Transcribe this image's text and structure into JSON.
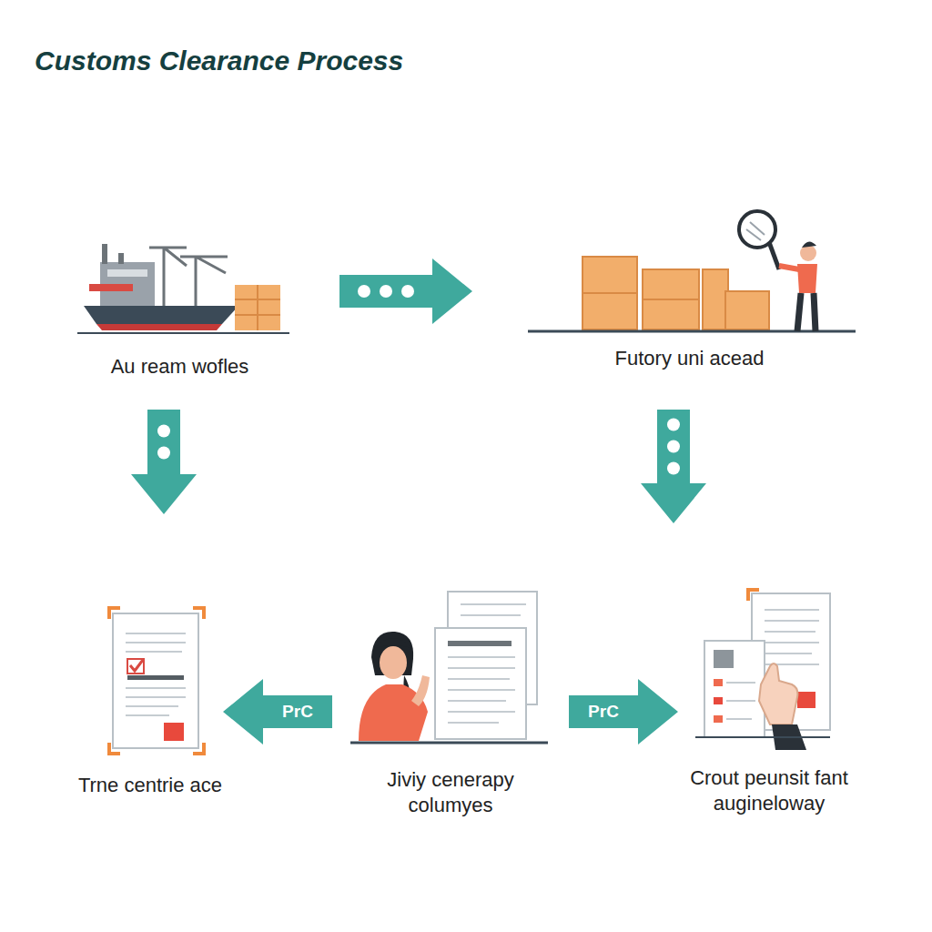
{
  "diagram": {
    "title": "Customs Clearance Process",
    "nodes": [
      {
        "text": [
          "Au ream wofles"
        ]
      },
      {
        "text": [
          "Futory uni acead"
        ]
      },
      {
        "text": [
          "Trne centrie ace"
        ]
      },
      {
        "text": [
          "Jiviy cenerapy columyes"
        ]
      },
      {
        "text": [
          "Crout peunsit fant augineloway"
        ]
      }
    ],
    "edges": [
      {
        "from": 0,
        "to": 1,
        "arrow": "to"
      },
      {
        "from": 0,
        "to": 2,
        "arrow": "to"
      },
      {
        "from": 1,
        "to": 4,
        "arrow": "to"
      },
      {
        "from": 3,
        "to": 2,
        "label": "PrC",
        "arrow": "to"
      },
      {
        "from": 3,
        "to": 4,
        "label": "PrC",
        "arrow": "to"
      }
    ]
  }
}
